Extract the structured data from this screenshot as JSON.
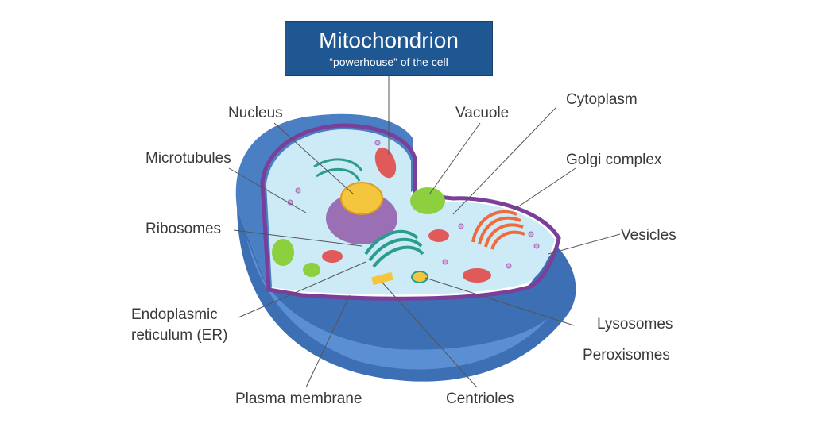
{
  "title": {
    "heading": "Mitochondrion",
    "subheading": "“powerhouse” of the cell"
  },
  "labels": {
    "nucleus": "Nucleus",
    "microtubules": "Microtubules",
    "ribosomes": "Ribosomes",
    "er_line1": "Endoplasmic",
    "er_line2": "reticulum (ER)",
    "plasma_membrane": "Plasma membrane",
    "centrioles": "Centrioles",
    "vacuole": "Vacuole",
    "cytoplasm": "Cytoplasm",
    "golgi": "Golgi complex",
    "vesicles": "Vesicles",
    "lysosomes": "Lysosomes",
    "peroxisomes": "Peroxisomes"
  },
  "colors": {
    "title_box": "#1f5793",
    "outer_shell": "#3d6fb5",
    "membrane": "#7b3f9a",
    "cytoplasm": "#cdeaf7",
    "leader_line": "#555555"
  }
}
